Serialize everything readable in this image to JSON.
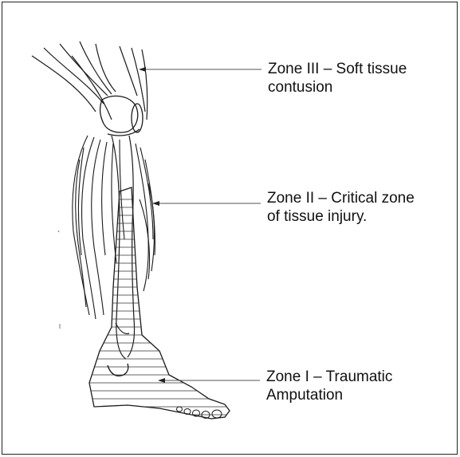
{
  "labels": {
    "zone3": {
      "line1": "Zone III – Soft tissue",
      "line2": "contusion"
    },
    "zone2": {
      "line1": "Zone II – Critical zone",
      "line2": "of tissue injury."
    },
    "zone1": {
      "line1": "Zone I – Traumatic",
      "line2": "Amputation"
    }
  },
  "colors": {
    "ink": "#1a1a1a",
    "arrow": "#555555",
    "background": "#ffffff"
  },
  "icons": {
    "figure": "leg-anatomy-illustration"
  }
}
